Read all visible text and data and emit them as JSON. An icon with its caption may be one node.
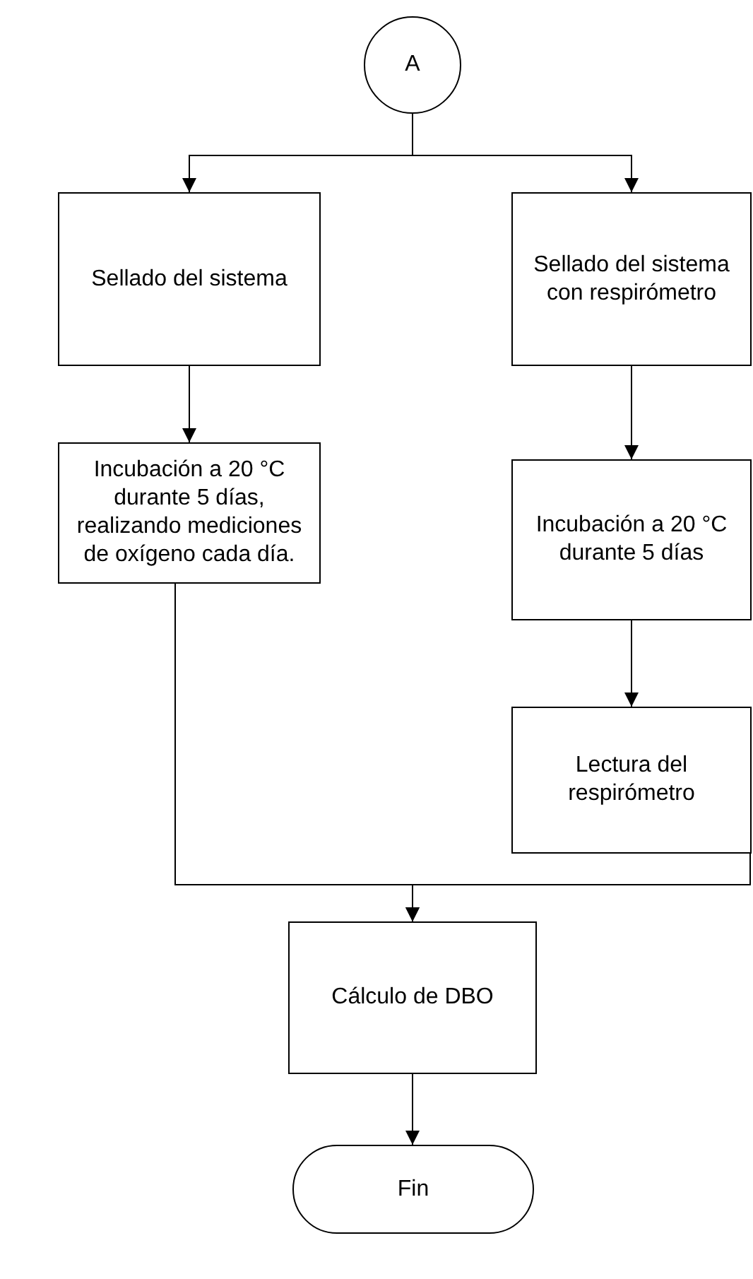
{
  "diagram": {
    "nodes": [
      {
        "text": [
          "A"
        ]
      },
      {
        "text": [
          "Sellado del sistema"
        ]
      },
      {
        "text": [
          "Sellado del sistema con respirómetro"
        ]
      },
      {
        "text": [
          "Incubación a 20 °C durante 5 días, realizando mediciones de oxígeno cada día."
        ]
      },
      {
        "text": [
          "Incubación a 20 °C durante 5 días"
        ]
      },
      {
        "text": [
          "Lectura del respirómetro"
        ]
      },
      {
        "text": [
          "Cálculo de DBO"
        ]
      },
      {
        "text": [
          "Fin"
        ]
      }
    ],
    "edges": [
      {
        "from": 0,
        "to": 1,
        "arrow": "to"
      },
      {
        "from": 0,
        "to": 2,
        "arrow": "to"
      },
      {
        "from": 1,
        "to": 3,
        "arrow": "to"
      },
      {
        "from": 2,
        "to": 4,
        "arrow": "to"
      },
      {
        "from": 4,
        "to": 5,
        "arrow": "to"
      },
      {
        "from": 3,
        "to": 6,
        "arrow": "to"
      },
      {
        "from": 5,
        "to": 6,
        "arrow": "to"
      },
      {
        "from": 6,
        "to": 7,
        "arrow": "to"
      }
    ]
  }
}
